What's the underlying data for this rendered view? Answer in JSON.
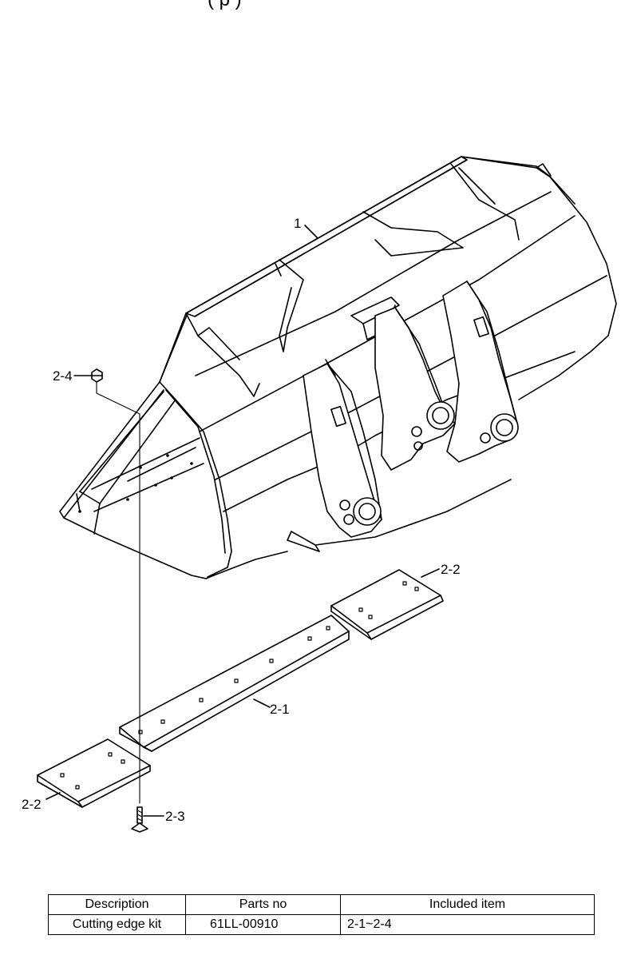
{
  "header": {
    "text": "(    p                          )"
  },
  "callouts": {
    "bucket": "1",
    "cutting_edge_center": "2-1",
    "cutting_edge_end_right": "2-2",
    "cutting_edge_end_left": "2-2",
    "bolt": "2-3",
    "nut": "2-4"
  },
  "parts_table": {
    "headers": [
      "Description",
      "Parts no",
      "Included item"
    ],
    "rows": [
      {
        "description": "Cutting edge kit",
        "parts_no": "61LL-00910",
        "included_item": "2-1~2-4"
      }
    ]
  }
}
